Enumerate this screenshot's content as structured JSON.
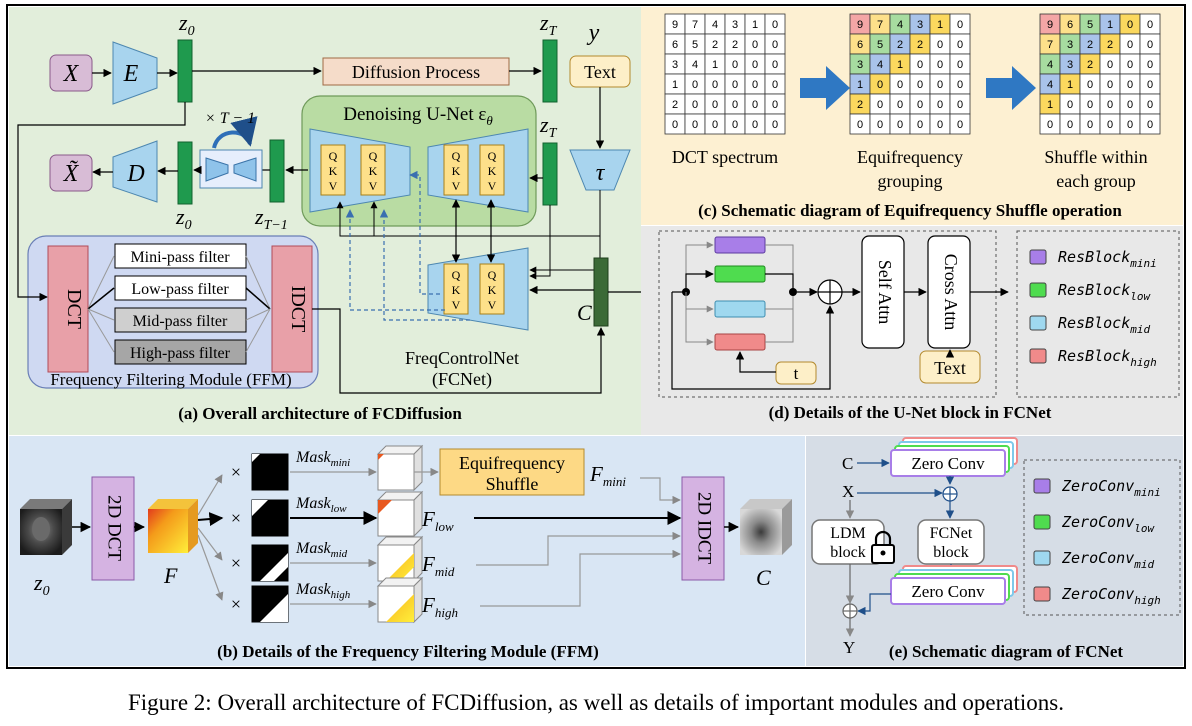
{
  "panel_a": {
    "title": "(a) Overall architecture of FCDiffusion",
    "x_label": "X",
    "e_label": "E",
    "d_label": "D",
    "x_tilde_label": "X̃",
    "z0_label": "z",
    "z0_sub": "0",
    "zt_label": "z",
    "zt_sub": "T",
    "zt1_label": "z",
    "zt1_sub": "T−1",
    "y_label": "y",
    "text_label": "Text",
    "tau_label": "τ",
    "diffusion_label": "Diffusion Process",
    "unet_label": "Denoising U-Net ε",
    "unet_sub": "θ",
    "repeat_label": "× T − 1",
    "qkv": [
      "Q",
      "K",
      "V"
    ],
    "ffm_label": "Frequency Filtering Module (FFM)",
    "dct_label": "DCT",
    "idct_label": "IDCT",
    "filters": [
      "Mini-pass filter",
      "Low-pass filter",
      "Mid-pass filter",
      "High-pass filter"
    ],
    "fcnet_line1": "FreqControlNet",
    "fcnet_line2": "(FCNet)",
    "c_label": "C"
  },
  "panel_b": {
    "title": "(b) Details of the Frequency Filtering Module (FFM)",
    "z0_label": "z",
    "z0_sub": "0",
    "dct2d": "2D DCT",
    "idct2d": "2D IDCT",
    "f_label": "F",
    "c_label": "C",
    "times": "×",
    "mask_base": "Mask",
    "mask_subs": [
      "mini",
      "low",
      "mid",
      "high"
    ],
    "f_base": "F",
    "f_subs": [
      "mini",
      "low",
      "mid",
      "high"
    ],
    "shuffle_line1": "Equifrequency",
    "shuffle_line2": "Shuffle"
  },
  "panel_c": {
    "title": "(c) Schematic diagram of Equifrequency Shuffle operation",
    "grid1": [
      [
        9,
        7,
        4,
        3,
        1,
        0
      ],
      [
        6,
        5,
        2,
        2,
        0,
        0
      ],
      [
        3,
        4,
        1,
        0,
        0,
        0
      ],
      [
        1,
        0,
        0,
        0,
        0,
        0
      ],
      [
        2,
        0,
        0,
        0,
        0,
        0
      ],
      [
        0,
        0,
        0,
        0,
        0,
        0
      ]
    ],
    "grid2": [
      [
        9,
        7,
        4,
        3,
        1,
        0
      ],
      [
        6,
        5,
        2,
        2,
        0,
        0
      ],
      [
        3,
        4,
        1,
        0,
        0,
        0
      ],
      [
        1,
        0,
        0,
        0,
        0,
        0
      ],
      [
        2,
        0,
        0,
        0,
        0,
        0
      ],
      [
        0,
        0,
        0,
        0,
        0,
        0
      ]
    ],
    "grid3": [
      [
        9,
        6,
        5,
        1,
        0,
        0
      ],
      [
        7,
        3,
        2,
        2,
        0,
        0
      ],
      [
        4,
        3,
        2,
        0,
        0,
        0
      ],
      [
        4,
        1,
        0,
        0,
        0,
        0
      ],
      [
        1,
        0,
        0,
        0,
        0,
        0
      ],
      [
        0,
        0,
        0,
        0,
        0,
        0
      ]
    ],
    "group_colors": [
      "#f4a6a6",
      "#fde08a",
      "#a7dca0",
      "#a9c3ea",
      "#fbd85e",
      "#ffffff"
    ],
    "label1": "DCT spectrum",
    "label2_line1": "Equifrequency",
    "label2_line2": "grouping",
    "label3_line1": "Shuffle within",
    "label3_line2": "each group"
  },
  "panel_d": {
    "title": "(d) Details of the U-Net block in FCNet",
    "t_label": "t",
    "self_attn": "Self Attn",
    "cross_attn": "Cross Attn",
    "text_label": "Text",
    "legend_base": "ResBlock",
    "legend": [
      {
        "sub": "mini",
        "color": "#a87ee8"
      },
      {
        "sub": "low",
        "color": "#4fdc4f"
      },
      {
        "sub": "mid",
        "color": "#9fd8ef"
      },
      {
        "sub": "high",
        "color": "#f08a8a"
      }
    ]
  },
  "panel_e": {
    "title": "(e) Schematic diagram of FCNet",
    "c_label": "C",
    "x_label": "X",
    "y_label": "Y",
    "zero_conv": "Zero Conv",
    "ldm_line1": "LDM",
    "ldm_line2": "block",
    "fcnet_line1": "FCNet",
    "fcnet_line2": "block",
    "legend_base": "ZeroConv",
    "legend": [
      {
        "sub": "mini",
        "color": "#a87ee8"
      },
      {
        "sub": "low",
        "color": "#4fdc4f"
      },
      {
        "sub": "mid",
        "color": "#9fd8ef"
      },
      {
        "sub": "high",
        "color": "#f08a8a"
      }
    ]
  },
  "caption": "Figure 2: Overall architecture of FCDiffusion, as well as details of important modules and operations."
}
